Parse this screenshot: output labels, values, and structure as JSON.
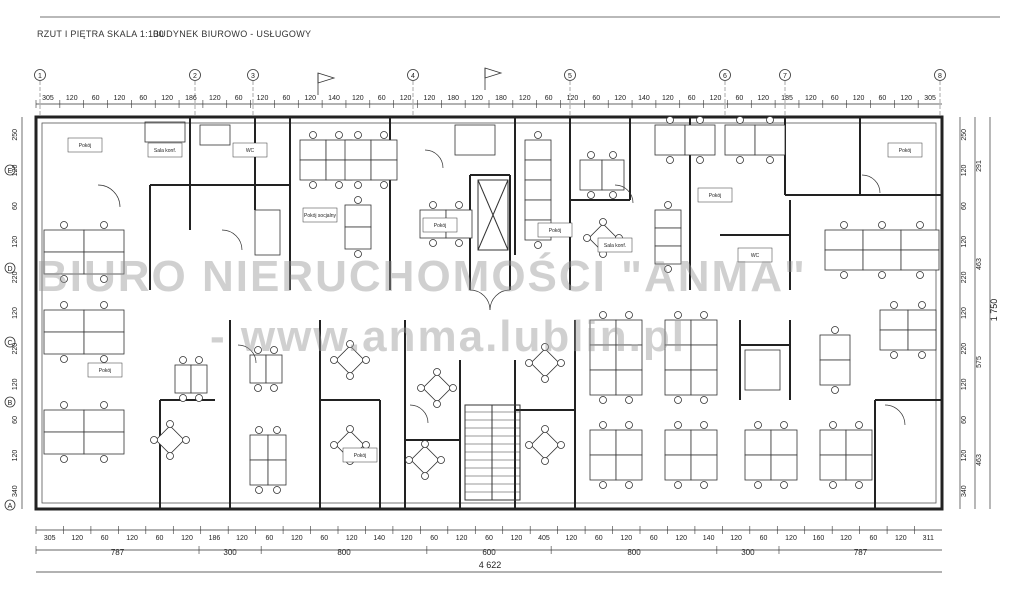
{
  "drawing": {
    "title_left": "RZUT I PIĘTRA  SKALA 1:100",
    "title_right": "BUDYNEK BIUROWO - USŁUGOWY"
  },
  "watermark": {
    "line1": "BIURO NIERUCHOMOŚCI \"ANMA\"",
    "line2": "- www.anma.lublin.pl"
  },
  "axes": {
    "top": [
      "1",
      "2",
      "3",
      "4",
      "5",
      "6",
      "7",
      "8"
    ],
    "left": [
      "E",
      "D",
      "C",
      "B",
      "A"
    ]
  },
  "dims": {
    "top": [
      "305",
      "120",
      "60",
      "120",
      "60",
      "120",
      "186",
      "120",
      "60",
      "120",
      "60",
      "120",
      "140",
      "120",
      "60",
      "120",
      "120",
      "180",
      "120",
      "180",
      "120",
      "60",
      "120",
      "60",
      "120",
      "140",
      "120",
      "60",
      "120",
      "60",
      "120",
      "185",
      "120",
      "60",
      "120",
      "60",
      "120",
      "305"
    ],
    "bottom1": [
      "305",
      "120",
      "60",
      "120",
      "60",
      "120",
      "186",
      "120",
      "60",
      "120",
      "60",
      "120",
      "140",
      "120",
      "60",
      "120",
      "60",
      "120",
      "405",
      "120",
      "60",
      "120",
      "60",
      "120",
      "140",
      "120",
      "60",
      "120",
      "160",
      "120",
      "60",
      "120",
      "311"
    ],
    "bottom2": [
      "787",
      "300",
      "800",
      "600",
      "800",
      "300",
      "787"
    ],
    "total": "4 622",
    "right1": [
      "250",
      "120",
      "60",
      "120",
      "220",
      "120",
      "220",
      "120",
      "60",
      "120",
      "340"
    ],
    "right2": [
      "291",
      "463",
      "575",
      "463"
    ],
    "right3": "1 750",
    "left": [
      "250",
      "120",
      "60",
      "120",
      "220",
      "120",
      "220",
      "120",
      "60",
      "120",
      "340"
    ]
  },
  "labels": {
    "rooms": [
      "Pokój",
      "Sala konf.",
      "Pokój socjalny",
      "WC",
      "Pokój",
      "Pokój",
      "Sala konf.",
      "Pokój",
      "WC",
      "Pokój",
      "Pokój",
      "Pokój"
    ]
  }
}
